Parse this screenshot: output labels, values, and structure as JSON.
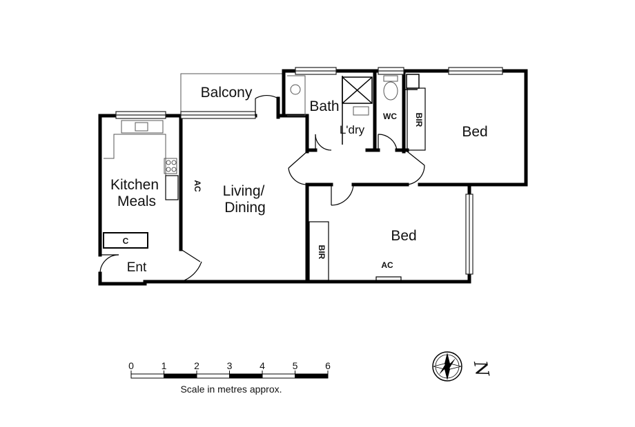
{
  "rooms": {
    "balcony": "Balcony",
    "bath": "Bath",
    "laundry": "L'dry",
    "wc": "WC",
    "bir_top": "BIR",
    "bed_main": "Bed",
    "kitchen": "Kitchen",
    "meals": "Meals",
    "ac_kitchen": "AC",
    "living": "Living/",
    "dining": "Dining",
    "bed_second": "Bed",
    "bir_bottom": "BIR",
    "ac_bed": "AC",
    "cupboard": "C",
    "entry": "Ent"
  },
  "scale": {
    "ticks": [
      "0",
      "1",
      "2",
      "3",
      "4",
      "5",
      "6"
    ],
    "caption": "Scale in metres approx."
  },
  "compass": {
    "north_label": "N",
    "icon": "compass-rose-icon"
  },
  "colors": {
    "wall": "#000000",
    "fixture": "#555555",
    "window": "#333333"
  }
}
